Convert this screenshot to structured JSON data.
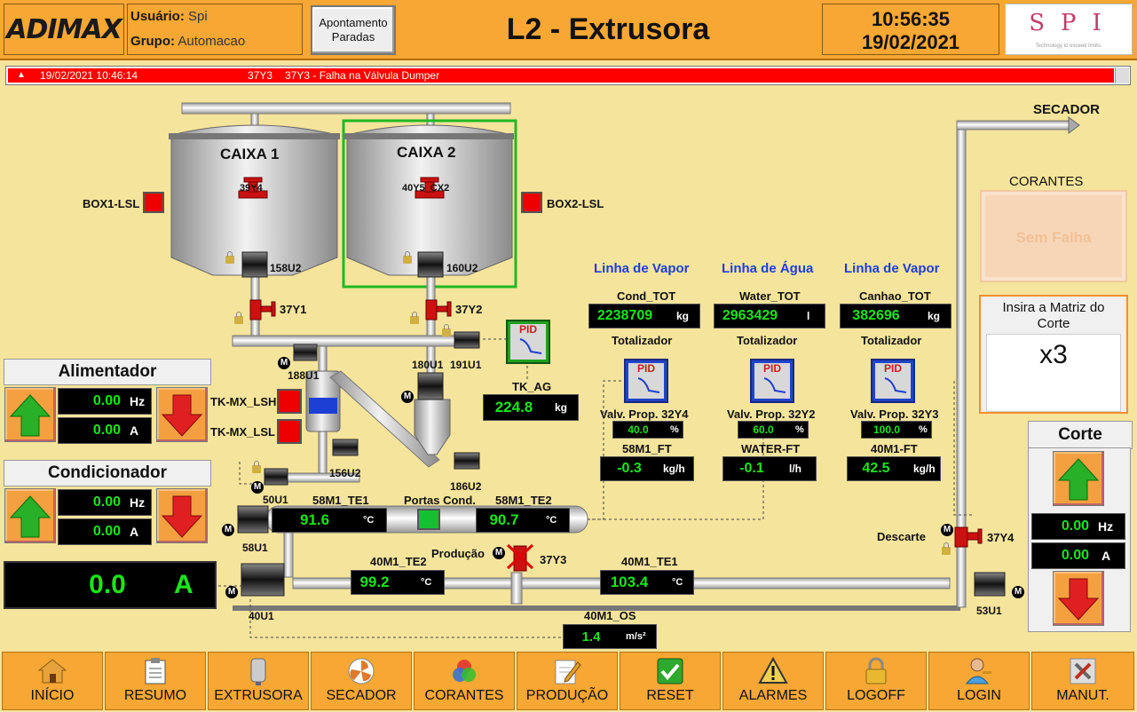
{
  "header": {
    "logo": "ADIMAX",
    "user_label": "Usuário:",
    "user_value": "Spi",
    "group_label": "Grupo:",
    "group_value": "Automacao",
    "apontamento_button": "Apontamento Paradas",
    "title": "L2 - Extrusora",
    "time": "10:56:35",
    "date": "19/02/2021",
    "brand_letters": "SPI",
    "brand_tagline": "Technology to exceed limits."
  },
  "alarm": {
    "datetime": "19/02/2021 10:46:14",
    "tag": "37Y3",
    "message": "37Y3 - Falha na Válvula Dumper"
  },
  "alimentador": {
    "title": "Alimentador",
    "hz_value": "0.00",
    "hz_unit": "Hz",
    "a_value": "0.00",
    "a_unit": "A"
  },
  "condicionador": {
    "title": "Condicionador",
    "hz_value": "0.00",
    "hz_unit": "Hz",
    "a_value": "0.00",
    "a_unit": "A"
  },
  "main_current": {
    "value": "0.0",
    "unit": "A"
  },
  "corte": {
    "title": "Corte",
    "hz_value": "0.00",
    "hz_unit": "Hz",
    "a_value": "0.00",
    "a_unit": "A"
  },
  "tanks": {
    "caixa1": "CAIXA 1",
    "caixa2": "CAIXA 2",
    "valve1": "39Y4",
    "valve2": "40Y5_CX2",
    "motor1": "158U2",
    "motor2": "160U2",
    "box1_lsl": "BOX1-LSL",
    "box2_lsl": "BOX2-LSL"
  },
  "labels": {
    "v37y1": "37Y1",
    "v37y2": "37Y2",
    "m188u1": "188U1",
    "m180u1": "180U1",
    "m191u1": "191U1",
    "tk_mx_lsh": "TK-MX_LSH",
    "tk_mx_lsl": "TK-MX_LSL",
    "m156u2": "156U2",
    "m186u2": "186U2",
    "m50u1": "50U1",
    "m58u1": "58U1",
    "m40u1": "40U1",
    "m53u1": "53U1",
    "te1_label": "58M1_TE1",
    "portas": "Portas Cond.",
    "te2_label": "58M1_TE2",
    "producao": "Produção",
    "v37y3": "37Y3",
    "te40_1_label": "40M1_TE2",
    "te40_2_label": "40M1_TE1",
    "os_label": "40M1_OS",
    "descarte": "Descarte",
    "v37y4": "37Y4",
    "secador": "SECADOR",
    "tk_ag": "TK_AG"
  },
  "values": {
    "te1": "91.6",
    "te2": "90.7",
    "te40_2": "99.2",
    "te40_1": "103.4",
    "os": "1.4",
    "os_unit": "m/s²",
    "tk_ag": "224.8",
    "tk_ag_unit": "kg",
    "celsius": "°C"
  },
  "lines": [
    {
      "title": "Linha de Vapor",
      "tot_label": "Cond_TOT",
      "tot_value": "2238709",
      "tot_unit": "kg",
      "totalizador": "Totalizador",
      "valve_label": "Valv. Prop. 32Y4",
      "valve_value": "40.0",
      "valve_unit": "%",
      "ft_label": "58M1_FT",
      "ft_value": "-0.3",
      "ft_unit": "kg/h"
    },
    {
      "title": "Linha de Água",
      "tot_label": "Water_TOT",
      "tot_value": "2963429",
      "tot_unit": "l",
      "totalizador": "Totalizador",
      "valve_label": "Valv. Prop. 32Y2",
      "valve_value": "60.0",
      "valve_unit": "%",
      "ft_label": "WATER-FT",
      "ft_value": "-0.1",
      "ft_unit": "l/h"
    },
    {
      "title": "Linha de Vapor",
      "tot_label": "Canhao_TOT",
      "tot_value": "382696",
      "tot_unit": "kg",
      "totalizador": "Totalizador",
      "valve_label": "Valv. Prop. 32Y3",
      "valve_value": "100.0",
      "valve_unit": "%",
      "ft_label": "40M1-FT",
      "ft_value": "42.5",
      "ft_unit": "kg/h"
    }
  ],
  "pid_label": "PID",
  "corantes": {
    "title": "CORANTES",
    "status": "Sem Falha"
  },
  "matriz": {
    "title": "Insira a Matriz do Corte",
    "value": "x3"
  },
  "footer": [
    {
      "label": "INÍCIO",
      "icon": "home-icon"
    },
    {
      "label": "RESUMO",
      "icon": "clipboard-icon"
    },
    {
      "label": "EXTRUSORA",
      "icon": "extruder-icon"
    },
    {
      "label": "SECADOR",
      "icon": "fan-icon"
    },
    {
      "label": "CORANTES",
      "icon": "color-icon"
    },
    {
      "label": "PRODUÇÃO",
      "icon": "edit-icon"
    },
    {
      "label": "RESET",
      "icon": "check-icon"
    },
    {
      "label": "ALARMES",
      "icon": "warning-icon"
    },
    {
      "label": "LOGOFF",
      "icon": "lock-icon"
    },
    {
      "label": "LOGIN",
      "icon": "user-icon"
    },
    {
      "label": "MANUT.",
      "icon": "tools-icon"
    }
  ]
}
